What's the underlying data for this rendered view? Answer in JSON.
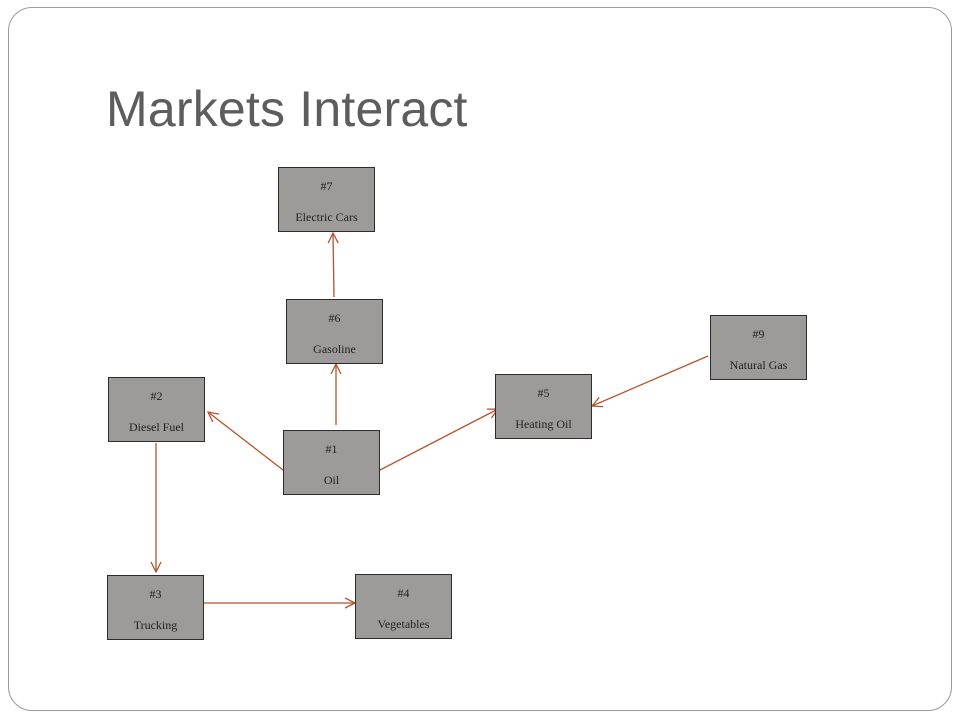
{
  "slide": {
    "title": "Markets Interact",
    "colors": {
      "node_fill": "#9d9a9a",
      "node_border": "#2c2c2c",
      "arrow": "#b5532e",
      "title": "#5d5d5d"
    }
  },
  "diagram": {
    "nodes": {
      "n1": {
        "number": "#1",
        "label": "Oil"
      },
      "n2": {
        "number": "#2",
        "label": "Diesel Fuel"
      },
      "n3": {
        "number": "#3",
        "label": "Trucking"
      },
      "n4": {
        "number": "#4",
        "label": "Vegetables"
      },
      "n5": {
        "number": "#5",
        "label": "Heating Oil"
      },
      "n6": {
        "number": "#6",
        "label": "Gasoline"
      },
      "n7": {
        "number": "#7",
        "label": "Electric Cars"
      },
      "n9": {
        "number": "#9",
        "label": "Natural Gas"
      }
    },
    "edges": [
      {
        "from": "#1",
        "to": "#6"
      },
      {
        "from": "#6",
        "to": "#7"
      },
      {
        "from": "#1",
        "to": "#2"
      },
      {
        "from": "#1",
        "to": "#5"
      },
      {
        "from": "#9",
        "to": "#5"
      },
      {
        "from": "#2",
        "to": "#3"
      },
      {
        "from": "#3",
        "to": "#4"
      }
    ]
  }
}
